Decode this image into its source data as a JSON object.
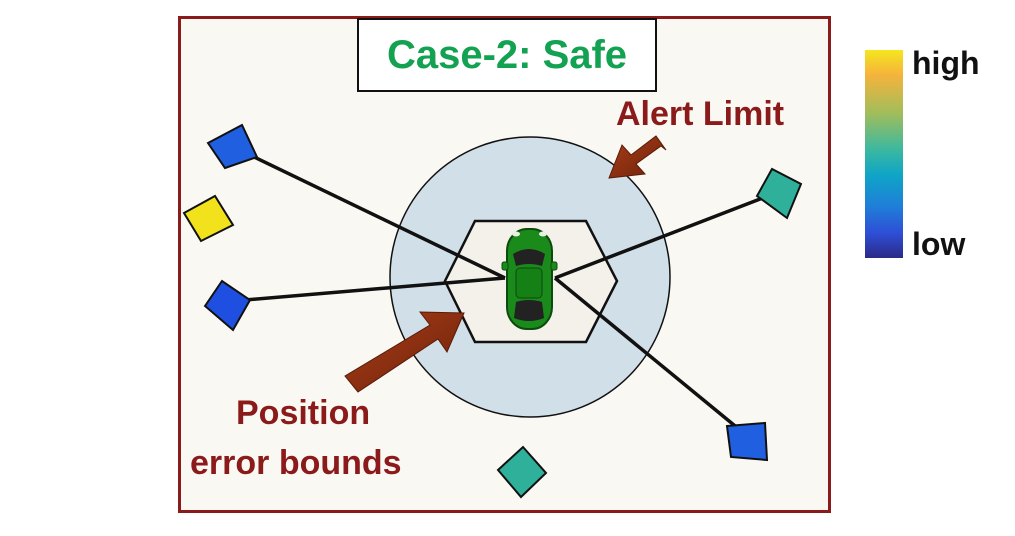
{
  "title": "Case-2: Safe",
  "labels": {
    "alert_limit": "Alert Limit",
    "position_line1": "Position",
    "position_line2": "error bounds"
  },
  "colorbar": {
    "high": "high",
    "low": "low",
    "colors": [
      "#f5e61e",
      "#3bb8a0",
      "#2e4fd6",
      "#2b2a86"
    ]
  },
  "satellites": [
    {
      "id": "top-left",
      "level": "low",
      "color": "#1f5fe0",
      "connected": true
    },
    {
      "id": "upper-left",
      "level": "high",
      "color": "#f2e21c",
      "connected": false
    },
    {
      "id": "mid-left",
      "level": "low",
      "color": "#1f4fe0",
      "connected": true
    },
    {
      "id": "right",
      "level": "medium",
      "color": "#2fb09a",
      "connected": true
    },
    {
      "id": "bottom-right",
      "level": "low",
      "color": "#1f5fe0",
      "connected": true
    },
    {
      "id": "bottom",
      "level": "medium",
      "color": "#2fb09a",
      "connected": false
    }
  ],
  "colors": {
    "frame": "#8b1a1a",
    "title": "#13a152",
    "alert_circle": "#d1dfe8",
    "hexagon": "#f3f1ea",
    "car": "#1a8a1a",
    "arrow": "#8b2e10"
  }
}
